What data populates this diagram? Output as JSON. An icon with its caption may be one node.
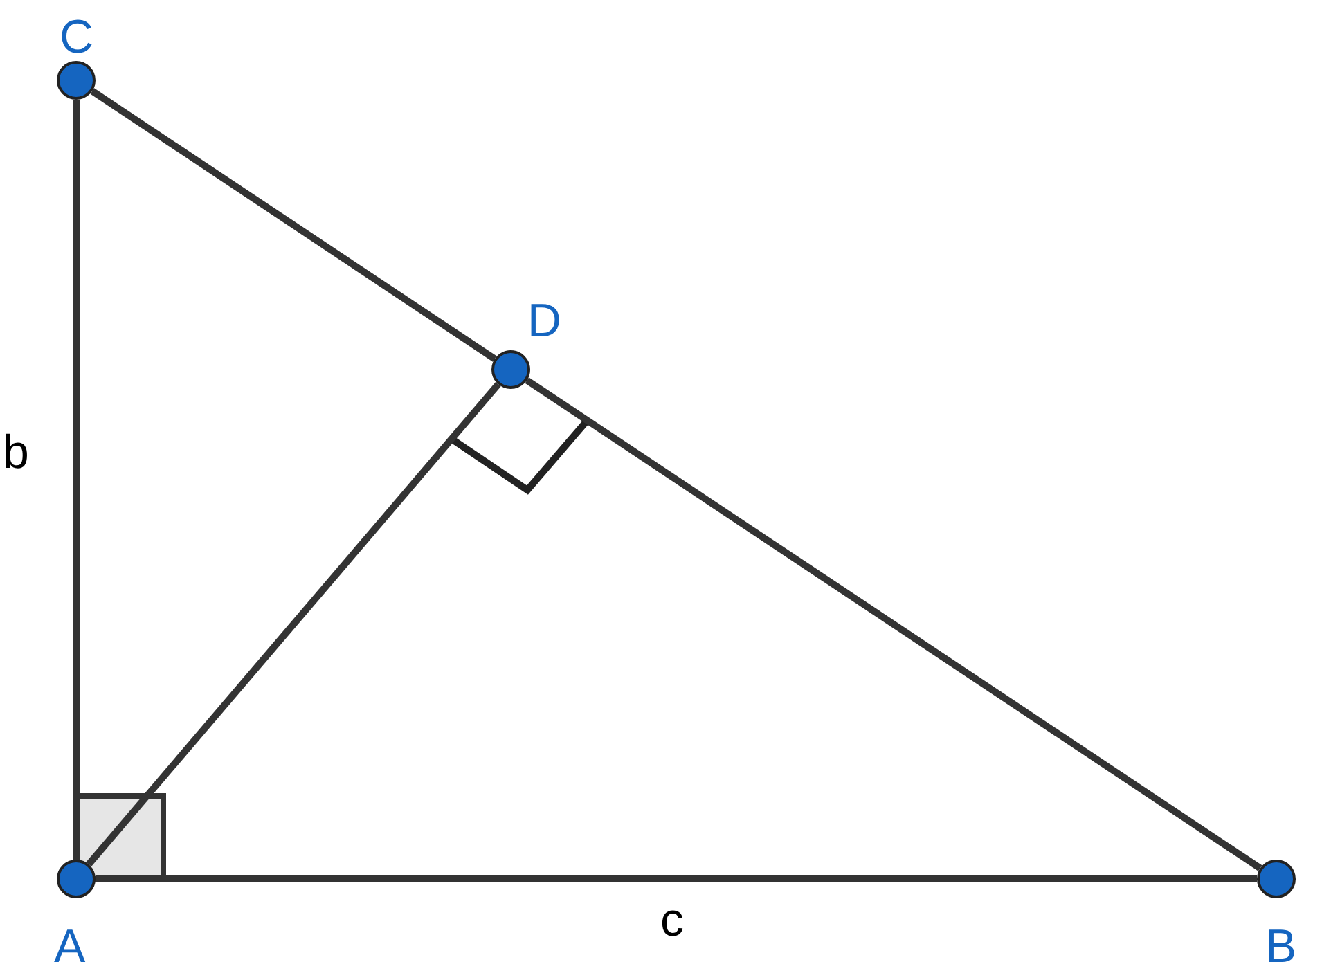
{
  "diagram": {
    "nodes": [
      {
        "text": [
          "C"
        ]
      },
      {
        "text": [
          "D"
        ]
      },
      {
        "text": [
          "A"
        ]
      },
      {
        "text": [
          "B"
        ]
      }
    ],
    "edges": [
      {
        "from": 0,
        "to": 2,
        "arrow": "none",
        "label": "b"
      },
      {
        "from": 2,
        "to": 3,
        "arrow": "none",
        "label": "c"
      },
      {
        "from": 0,
        "to": 1,
        "arrow": "none"
      },
      {
        "from": 1,
        "to": 3,
        "arrow": "none"
      },
      {
        "from": 2,
        "to": 1,
        "arrow": "none"
      }
    ]
  }
}
